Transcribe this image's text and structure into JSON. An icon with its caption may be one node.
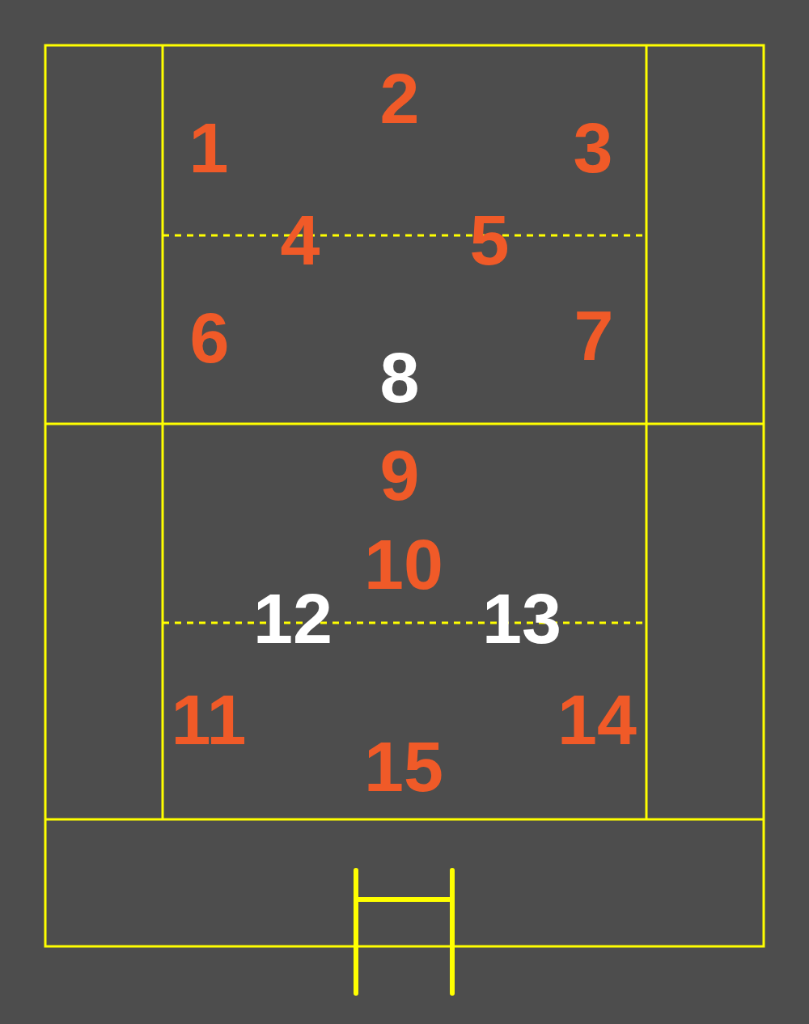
{
  "diagram": {
    "labels": [
      "1",
      "2",
      "3",
      "4",
      "5",
      "6",
      "7",
      "8",
      "9",
      "10",
      "11",
      "12",
      "13",
      "14",
      "15"
    ]
  }
}
